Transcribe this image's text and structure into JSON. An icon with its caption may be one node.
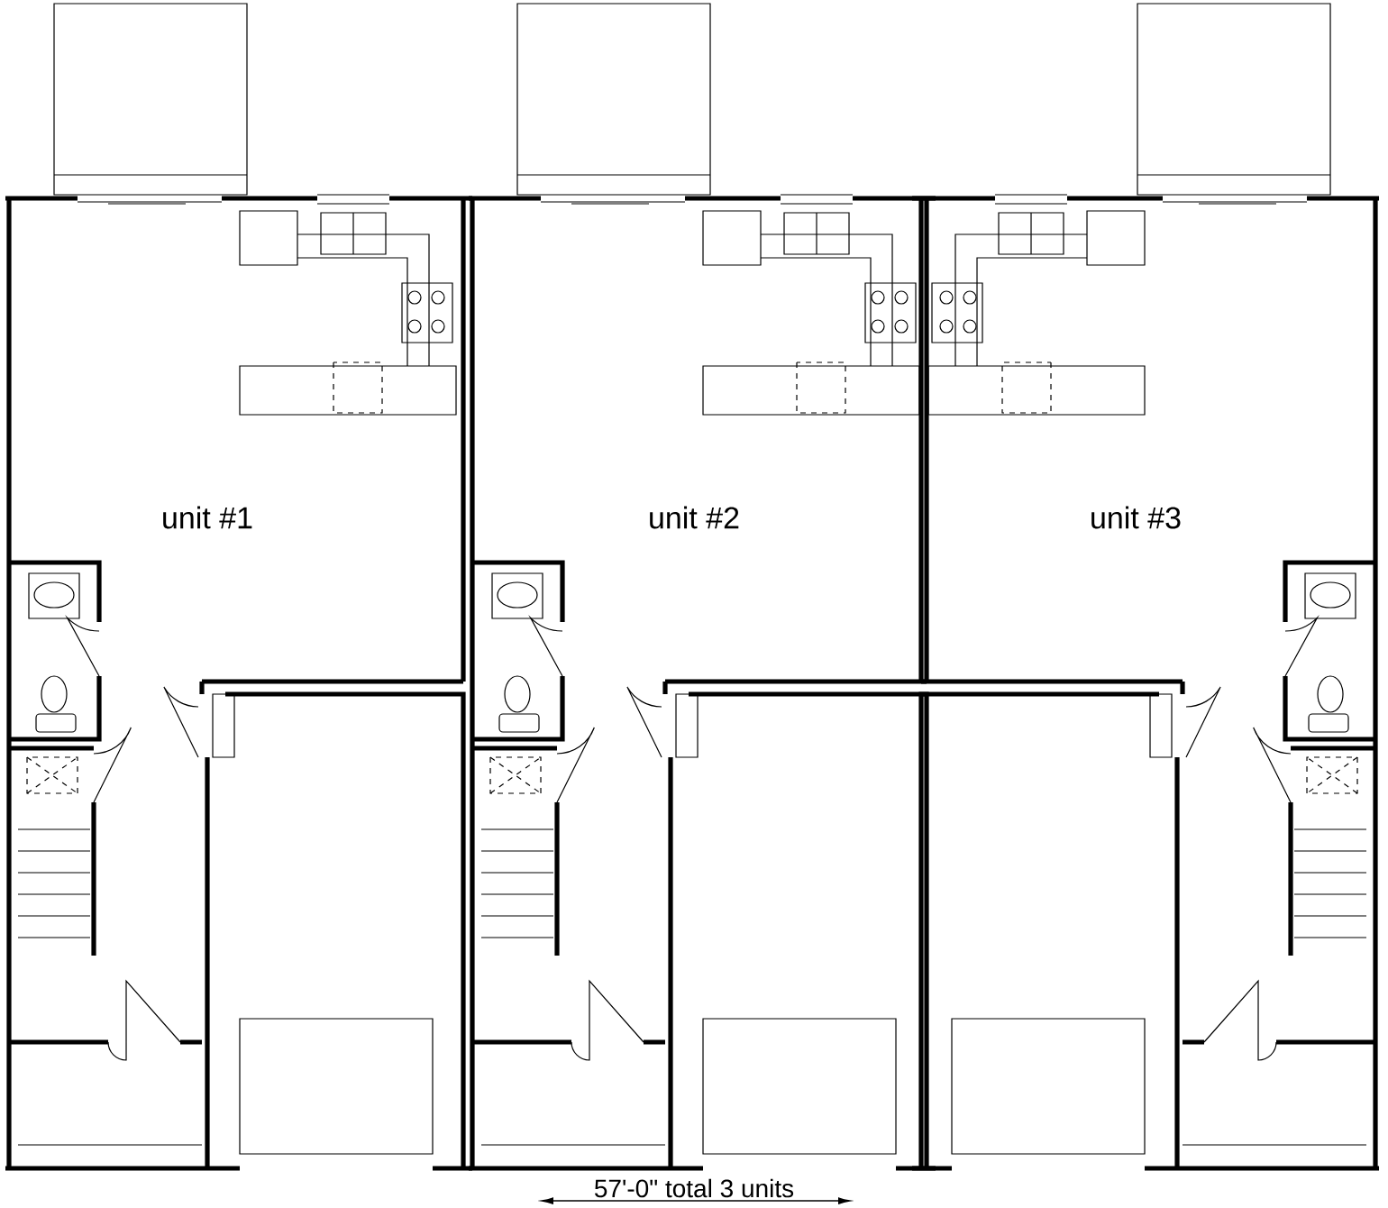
{
  "diagram": {
    "labels": [
      "unit #1",
      "unit #2",
      "unit #3",
      "57'-0\" total 3 units"
    ]
  }
}
